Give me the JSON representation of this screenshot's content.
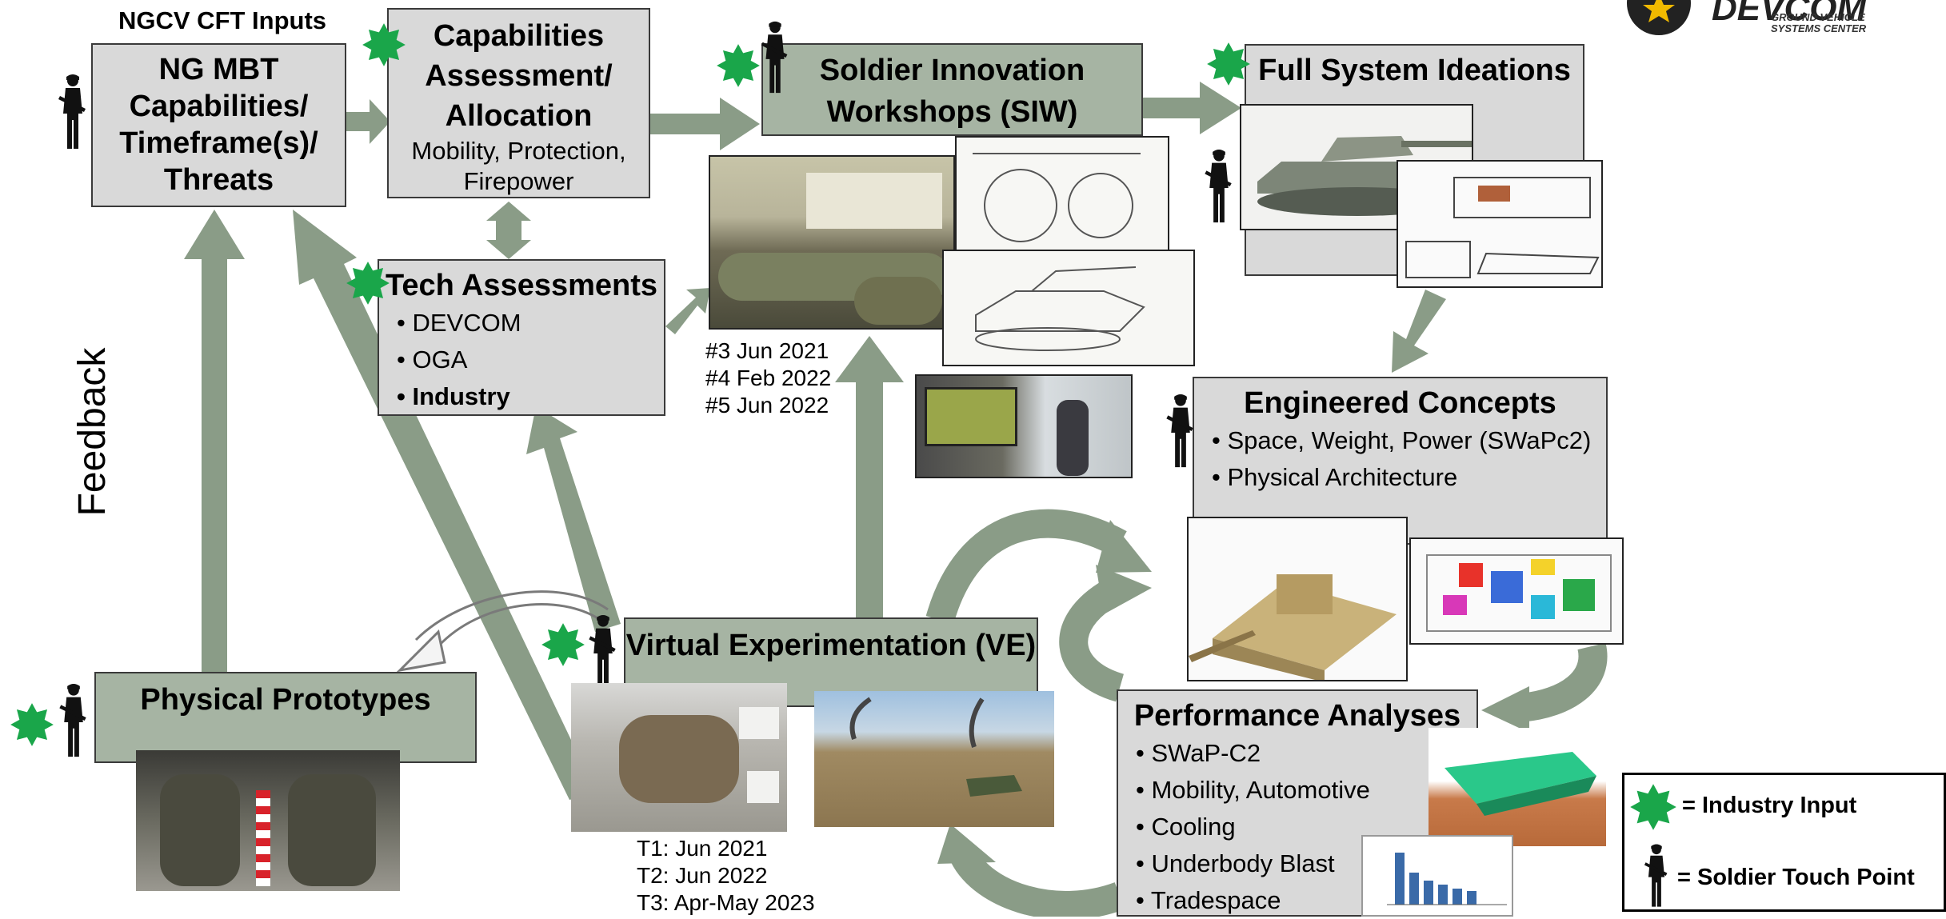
{
  "colors": {
    "arrow": "#8a9c87",
    "box_gray": "#d9d9d9",
    "box_green": "#a6b4a3",
    "star": "#1aa64a",
    "soldier": "#111111"
  },
  "header": {
    "ngcv_inputs": "NGCV CFT Inputs"
  },
  "logo": {
    "brand": "DEVCOM",
    "sub1": "GROUND VEHICLE",
    "sub2": "SYSTEMS CENTER"
  },
  "mbt": {
    "l1": "NG MBT",
    "l2": "Capabilities/",
    "l3": "Timeframe(s)/",
    "l4": "Threats"
  },
  "cap": {
    "l1": "Capabilities",
    "l2": "Assessment/",
    "l3": "Allocation",
    "l4": "Mobility, Protection,",
    "l5": "Firepower"
  },
  "tech": {
    "title": "Tech Assessments",
    "items": [
      "DEVCOM",
      "OGA",
      "Industry"
    ]
  },
  "siw": {
    "l1": "Soldier Innovation",
    "l2": "Workshops (SIW)",
    "dates": [
      "#3 Jun 2021",
      "#4 Feb 2022",
      "#5 Jun 2022"
    ]
  },
  "fsi": {
    "title": "Full System Ideations"
  },
  "eng": {
    "title": "Engineered Concepts",
    "items": [
      "Space, Weight, Power (SWaPc2)",
      "Physical Architecture"
    ]
  },
  "perf": {
    "title": "Performance Analyses",
    "items": [
      "SWaP-C2",
      "Mobility, Automotive",
      "Cooling",
      "Underbody Blast",
      "Tradespace"
    ]
  },
  "ve": {
    "title": "Virtual Experimentation (VE)",
    "dates": [
      "T1: Jun 2021",
      "T2: Jun 2022",
      "T3: Apr-May 2023"
    ]
  },
  "proto": {
    "title": "Physical Prototypes"
  },
  "feedback": "Feedback",
  "legend": {
    "industry": "= Industry Input",
    "soldier": "= Soldier Touch Point"
  },
  "icons": [
    "industry-star-icon",
    "soldier-icon",
    "devcom-logo-icon"
  ]
}
